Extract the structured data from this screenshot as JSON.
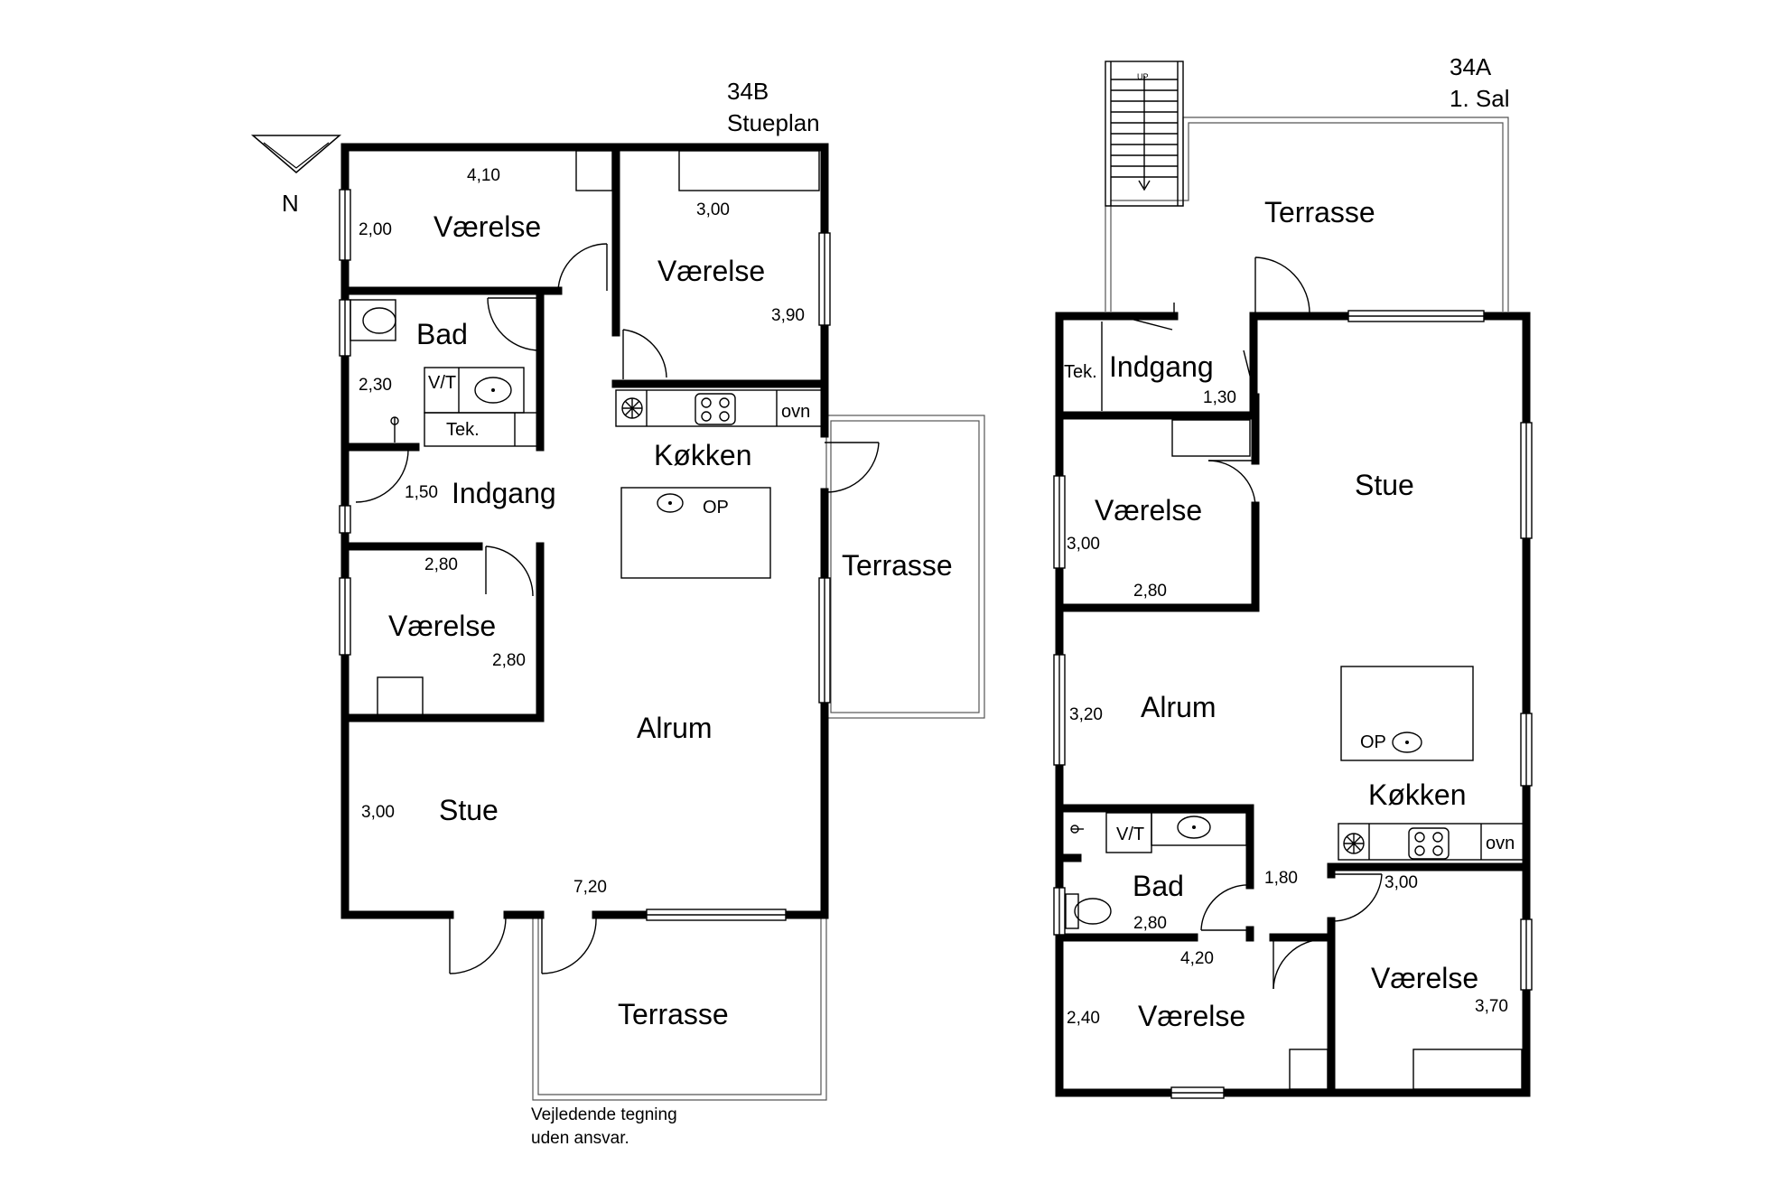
{
  "drawing": {
    "north_label": "N",
    "disclaimer_line1": "Vejledende tegning",
    "disclaimer_line2": "uden ansvar."
  },
  "plan_b": {
    "title_line1": "34B",
    "title_line2": "Stueplan",
    "rooms": {
      "vaerelse_nw": "Værelse",
      "vaerelse_ne": "Værelse",
      "bad": "Bad",
      "vt": "V/T",
      "tek": "Tek.",
      "koekken": "Køkken",
      "ovn": "ovn",
      "indgang": "Indgang",
      "op": "OP",
      "terrasse_east": "Terrasse",
      "vaerelse_w": "Værelse",
      "alrum": "Alrum",
      "stue": "Stue",
      "terrasse_south": "Terrasse"
    },
    "dims": {
      "d410": "4,10",
      "d200": "2,00",
      "d300_top": "3,00",
      "d390": "3,90",
      "d230": "2,30",
      "d150": "1,50",
      "d280_top": "2,80",
      "d280_side": "2,80",
      "d300_stue": "3,00",
      "d720": "7,20"
    }
  },
  "plan_a": {
    "title_line1": "34A",
    "title_line2": "1. Sal",
    "rooms": {
      "terrasse": "Terrasse",
      "up": "UP",
      "tek": "Tek.",
      "indgang": "Indgang",
      "stue": "Stue",
      "vaerelse_nw": "Værelse",
      "alrum": "Alrum",
      "op": "OP",
      "koekken": "Køkken",
      "ovn": "ovn",
      "vt": "V/T",
      "bad": "Bad",
      "vaerelse_sw": "Værelse",
      "vaerelse_se": "Værelse"
    },
    "dims": {
      "d130": "1,30",
      "d300_v": "3,00",
      "d280_v": "2,80",
      "d320": "3,20",
      "d180": "1,80",
      "d300_se": "3,00",
      "d280_bad": "2,80",
      "d420": "4,20",
      "d240": "2,40",
      "d370": "3,70"
    }
  }
}
